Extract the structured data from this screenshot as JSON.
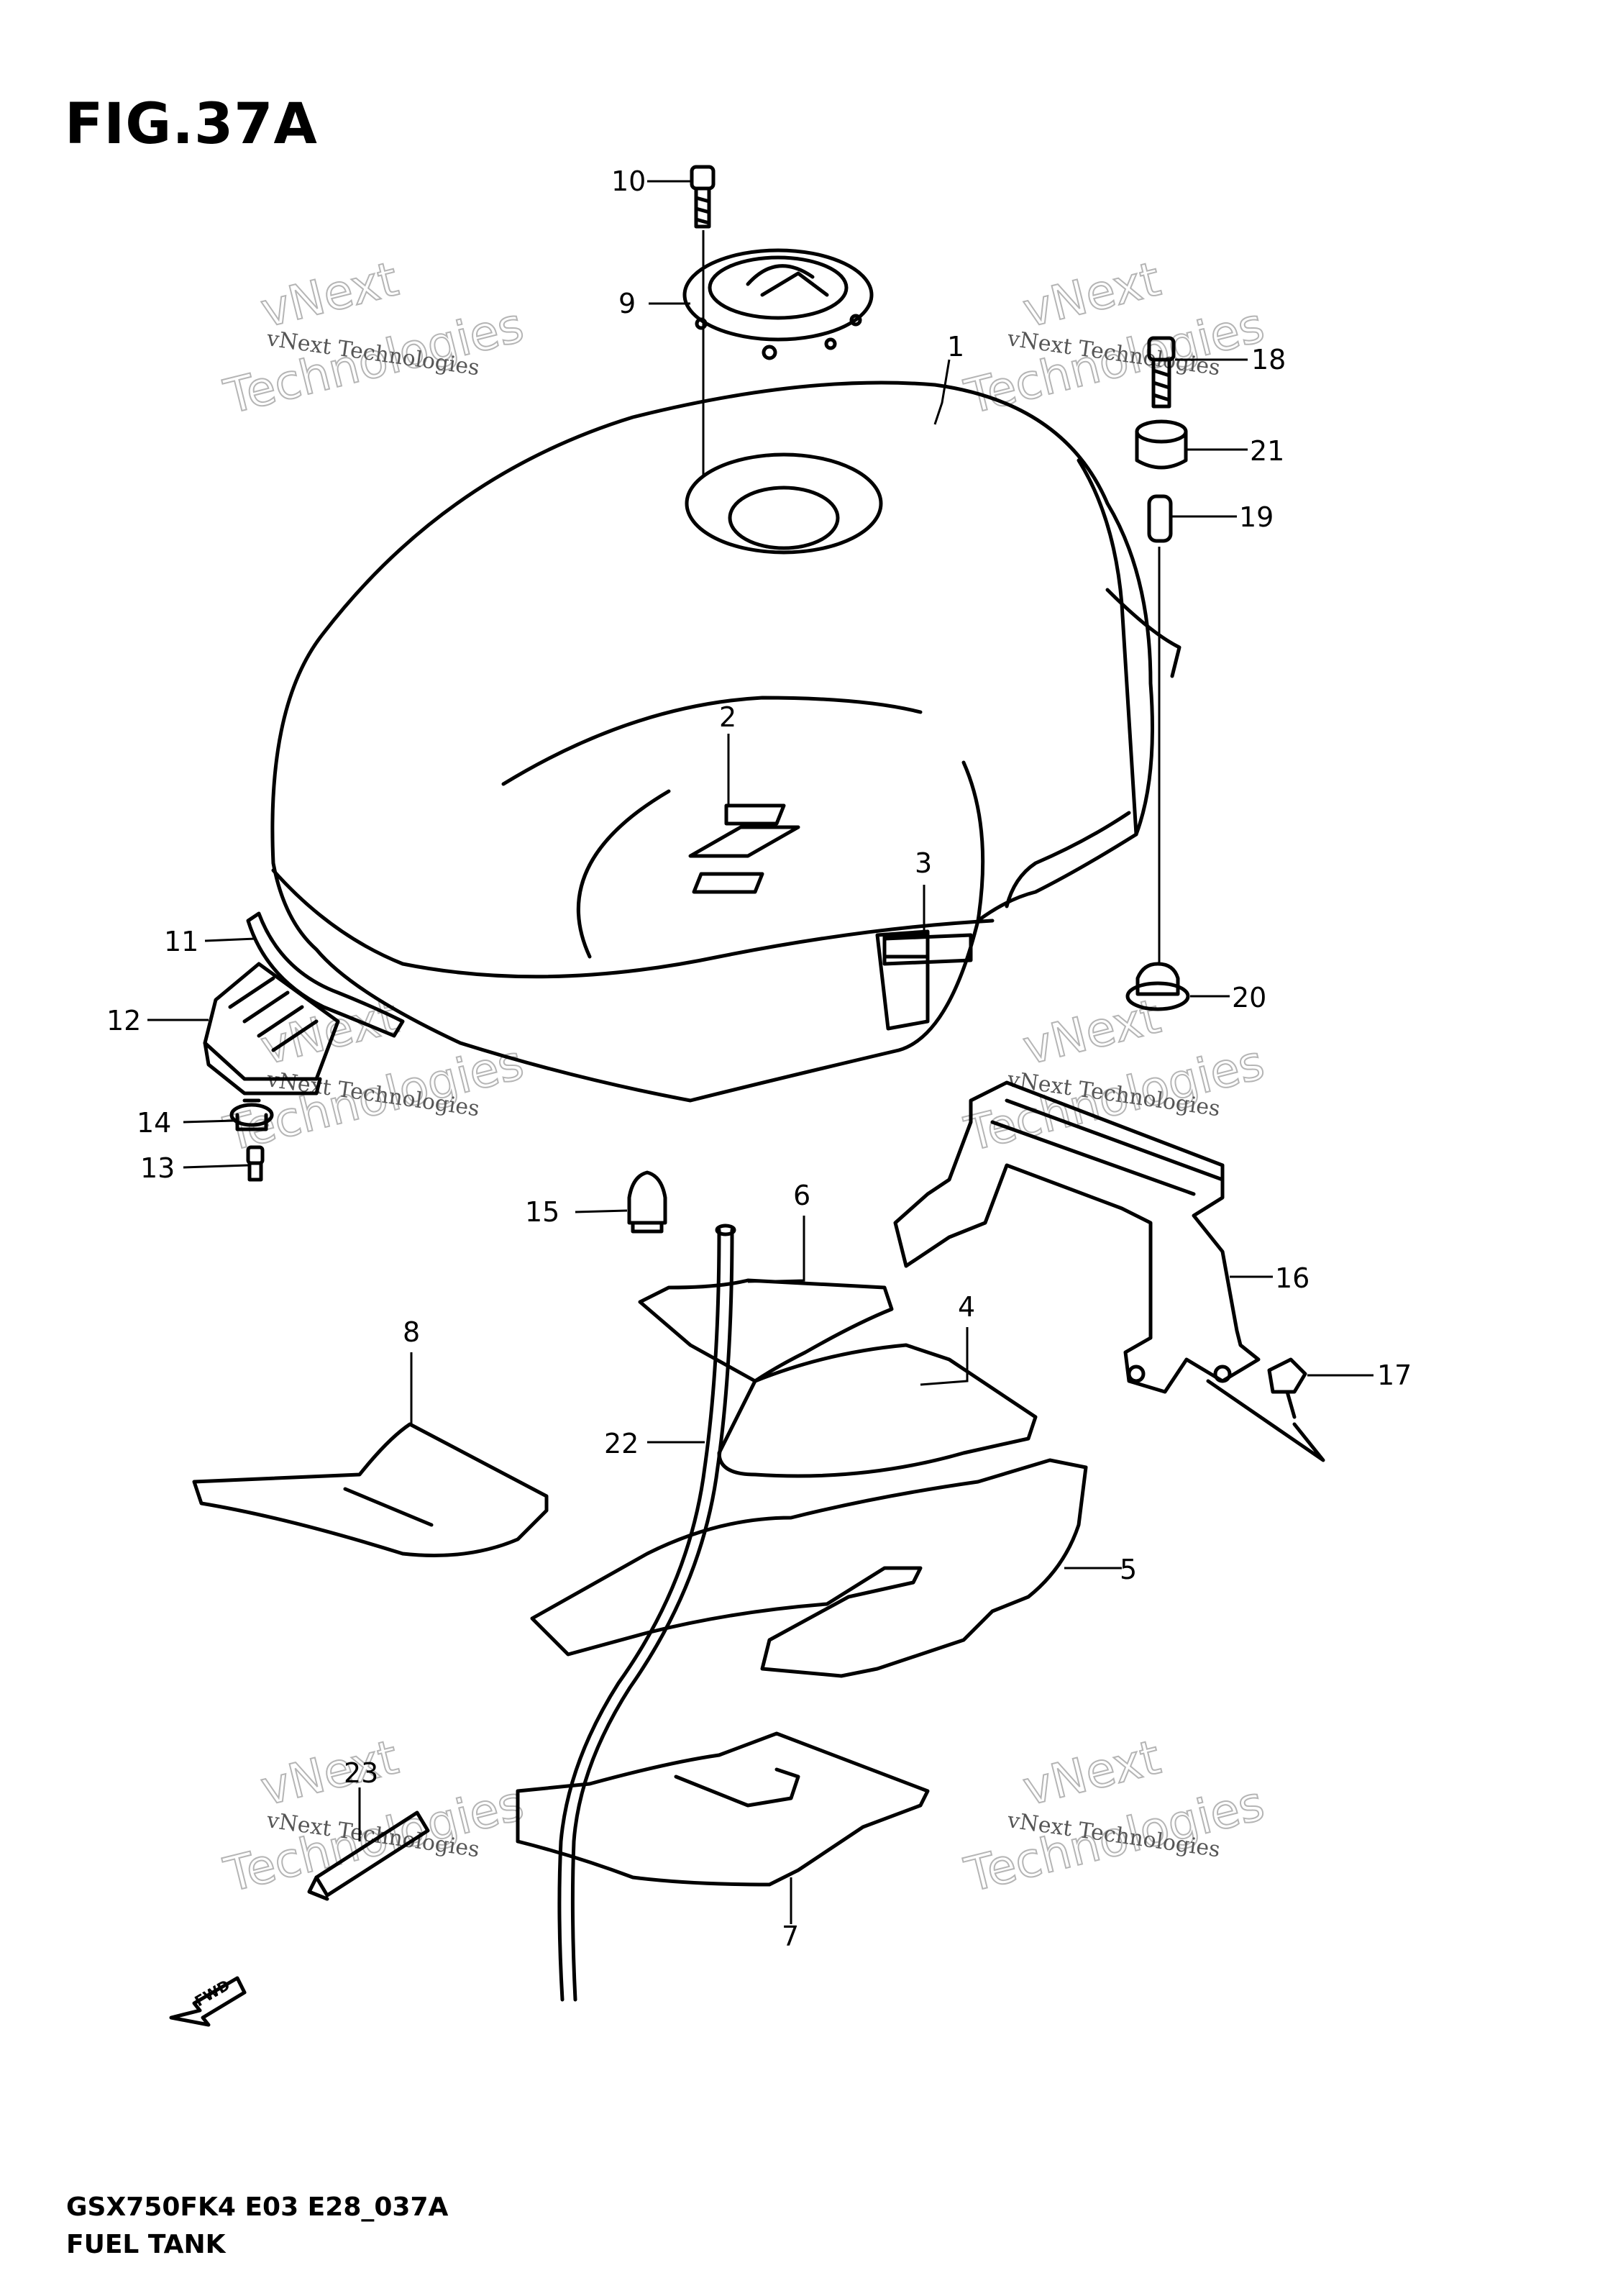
{
  "figure": {
    "title": "FIG.37A",
    "code": "GSX750FK4 E03 E28_037A",
    "name": "FUEL TANK"
  },
  "callouts": [
    "1",
    "2",
    "3",
    "4",
    "5",
    "6",
    "7",
    "8",
    "9",
    "10",
    "11",
    "12",
    "13",
    "14",
    "15",
    "16",
    "17",
    "18",
    "19",
    "20",
    "21",
    "22",
    "23"
  ],
  "watermark": {
    "line1": "vNext Technologies",
    "line2": "vNext",
    "line3": "Technologies"
  },
  "fwd_arrow_text": "FWD"
}
